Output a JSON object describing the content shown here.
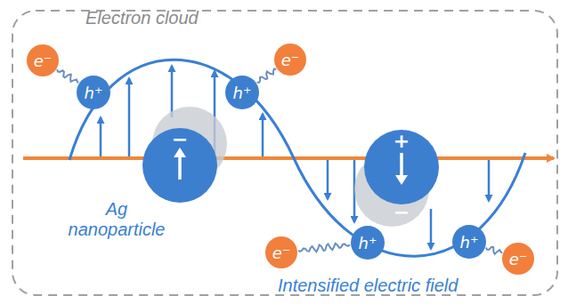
{
  "diagram": {
    "nodes": [
      {
        "text": [
          "e⁻"
        ]
      },
      {
        "text": [
          "h⁺"
        ]
      },
      {
        "text": [
          "−",
          "+"
        ]
      },
      {
        "text": [
          "h⁺"
        ]
      },
      {
        "text": [
          "e⁻"
        ]
      },
      {
        "text": [
          "+",
          "−"
        ]
      },
      {
        "text": [
          "e⁻"
        ]
      },
      {
        "text": [
          "h⁺"
        ]
      },
      {
        "text": [
          "h⁺"
        ]
      },
      {
        "text": [
          "e⁻"
        ]
      }
    ],
    "edges": [
      {
        "from": 0,
        "to": 1,
        "arrow": "none"
      },
      {
        "from": 3,
        "to": 4,
        "arrow": "none"
      },
      {
        "from": 6,
        "to": 7,
        "arrow": "none"
      },
      {
        "from": 8,
        "to": 9,
        "arrow": "none"
      }
    ],
    "labels": [
      "Electron cloud",
      "Ag nanoparticle",
      "Intensified electric field"
    ]
  }
}
